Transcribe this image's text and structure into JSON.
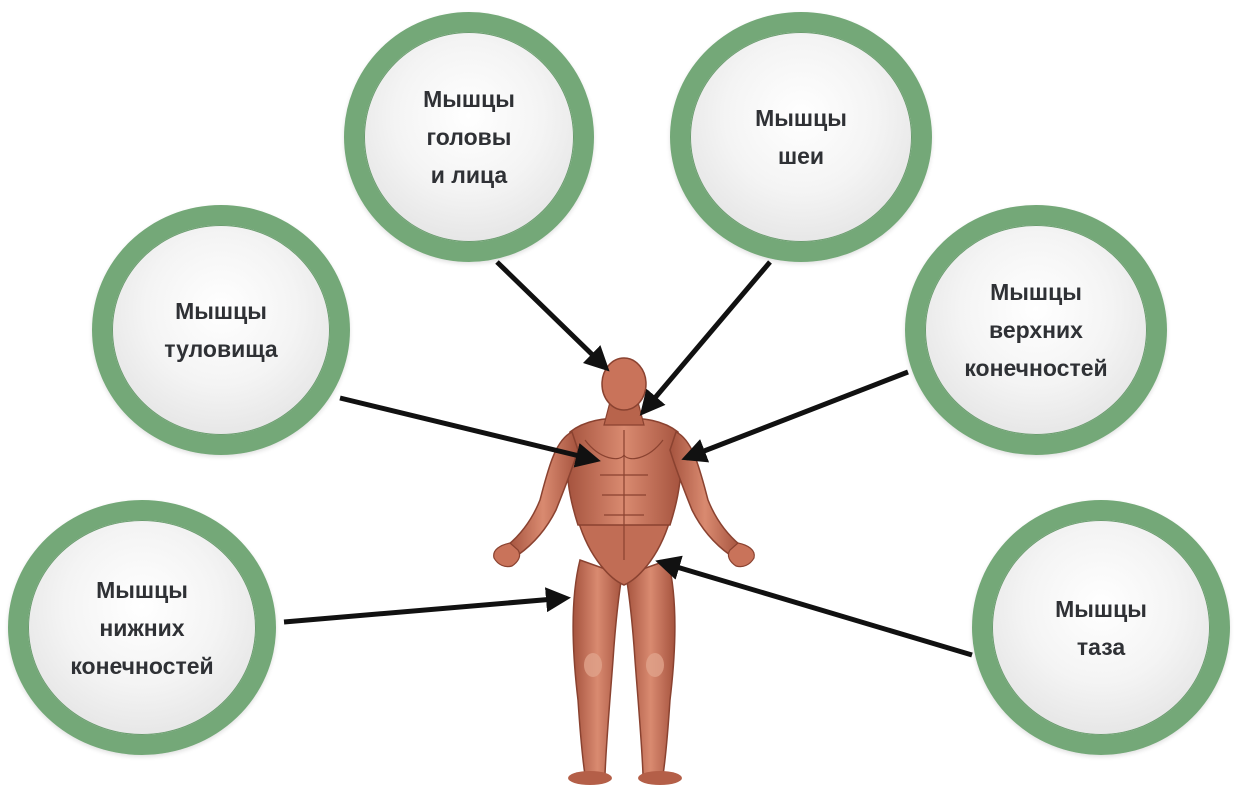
{
  "colors": {
    "ring": "#74a878",
    "arrow": "#111111",
    "skin": "#c9735a",
    "skin_light": "#e3a48e",
    "skin_dark": "#9c4f3b"
  },
  "nodes": [
    {
      "id": "head",
      "label": "Мышцы\nголовы\nи лица"
    },
    {
      "id": "neck",
      "label": "Мышцы\nшеи"
    },
    {
      "id": "trunk",
      "label": "Мышцы\nтуловища"
    },
    {
      "id": "upper",
      "label": "Мышцы\nверхних\nконечностей"
    },
    {
      "id": "lower",
      "label": "Мышцы\nнижних\nконечностей"
    },
    {
      "id": "pelvis",
      "label": "Мышцы\nтаза"
    }
  ],
  "figure": {
    "name": "muscular-human-figure"
  }
}
